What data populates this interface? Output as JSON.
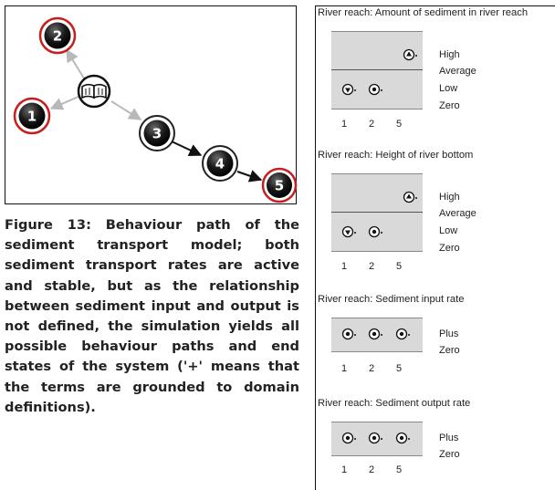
{
  "graph": {
    "nodes": [
      {
        "label": "2"
      },
      {
        "label": "1"
      },
      {
        "label": "3"
      },
      {
        "label": "4"
      },
      {
        "label": "5"
      }
    ],
    "start_icon": "book-icon"
  },
  "caption": "Figure 13: Behaviour path of the sediment transport model; both sediment transport rates are active and stable, but as the relationship between sediment input and output is not defined, the simulation yields all possible behaviour paths and end states of the system ('+' means that the terms are grounded to domain definitions).",
  "panels": [
    {
      "title": "River reach: Amount of sediment in river reach",
      "levels": [
        "High",
        "Average",
        "Low",
        "Zero"
      ],
      "states": [
        "1",
        "2",
        "5"
      ]
    },
    {
      "title": "River reach: Height of river bottom",
      "levels": [
        "High",
        "Average",
        "Low",
        "Zero"
      ],
      "states": [
        "1",
        "2",
        "5"
      ]
    },
    {
      "title": "River reach: Sediment input rate",
      "levels": [
        "Plus",
        "Zero"
      ],
      "states": [
        "1",
        "2",
        "5"
      ]
    },
    {
      "title": "River reach: Sediment output rate",
      "levels": [
        "Plus",
        "Zero"
      ],
      "states": [
        "1",
        "2",
        "5"
      ]
    }
  ]
}
